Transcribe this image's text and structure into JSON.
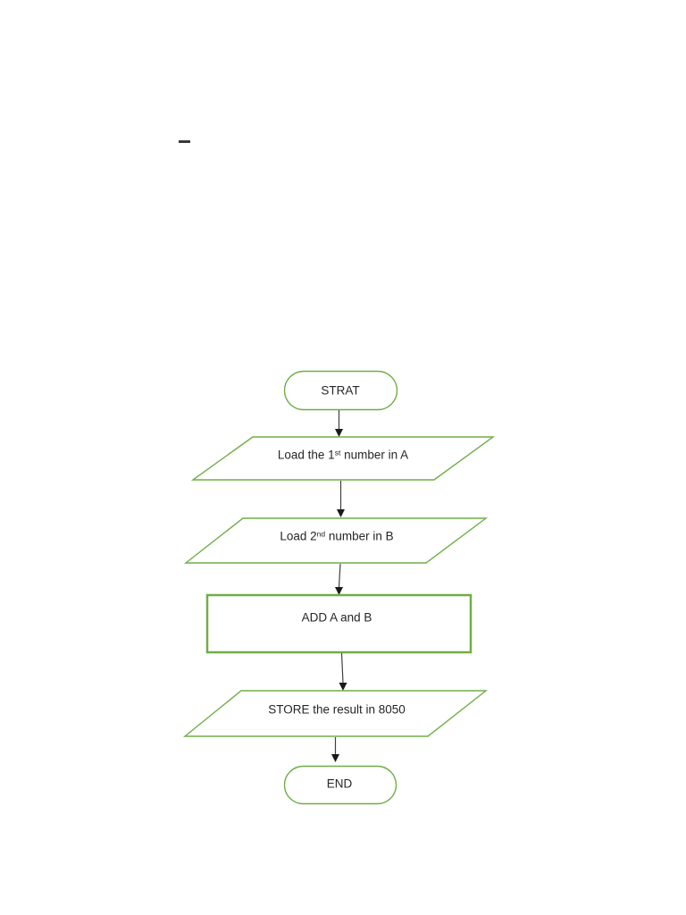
{
  "page": {
    "background_color": "#ffffff",
    "stray_mark": {
      "shape": "short-horizontal-dash",
      "color": "#3a3a3a"
    }
  },
  "flowchart": {
    "accent_color": "#70ad47",
    "connector_line_color": "#404040",
    "arrowhead_color": "#1a1a1a",
    "text_color": "#262626",
    "nodes": [
      {
        "id": "start",
        "type": "terminator",
        "label": "STRAT"
      },
      {
        "id": "load-1st",
        "type": "input-output",
        "label_pre": "Load the 1",
        "label_sup": "st",
        "label_post": " number in A"
      },
      {
        "id": "load-2nd",
        "type": "input-output",
        "label_pre": "Load 2",
        "label_sup": "nd",
        "label_post": " number in B"
      },
      {
        "id": "add",
        "type": "process",
        "label": "ADD A and B"
      },
      {
        "id": "store",
        "type": "input-output",
        "label": "STORE the result in 8050"
      },
      {
        "id": "end",
        "type": "terminator",
        "label": "END"
      }
    ],
    "edges": [
      {
        "from": "start",
        "to": "load-1st"
      },
      {
        "from": "load-1st",
        "to": "load-2nd"
      },
      {
        "from": "load-2nd",
        "to": "add"
      },
      {
        "from": "add",
        "to": "store"
      },
      {
        "from": "store",
        "to": "end"
      }
    ]
  }
}
